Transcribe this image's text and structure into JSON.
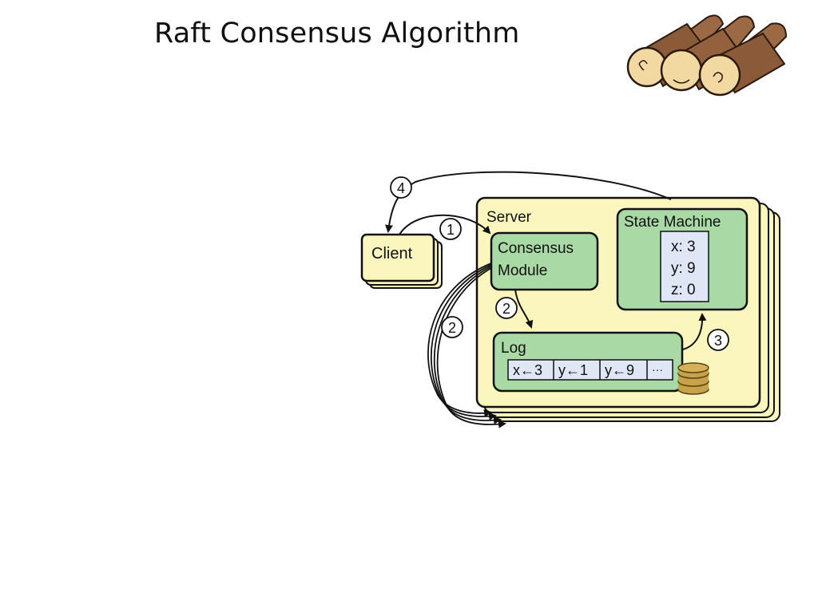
{
  "title": "Raft Consensus Algorithm",
  "logo": {
    "icon": "log-bundle-icon"
  },
  "diagram": {
    "client_label": "Client",
    "server_label": "Server",
    "consensus_line1": "Consensus",
    "consensus_line2": "Module",
    "state_machine_label": "State Machine",
    "state_values": [
      "x: 3",
      "y: 9",
      "z: 0"
    ],
    "log_label": "Log",
    "log_entries": [
      "x←3",
      "y←1",
      "y←9",
      "···"
    ],
    "steps": {
      "one": "1",
      "two": "2",
      "three": "3",
      "four": "4"
    }
  },
  "colors": {
    "server_fill": "#fbf6bd",
    "module_fill": "#a9d9a4",
    "cell_fill": "#dfe6f5",
    "log_fill": "#8a6a3a",
    "coin_fill": "#c8a24a"
  }
}
